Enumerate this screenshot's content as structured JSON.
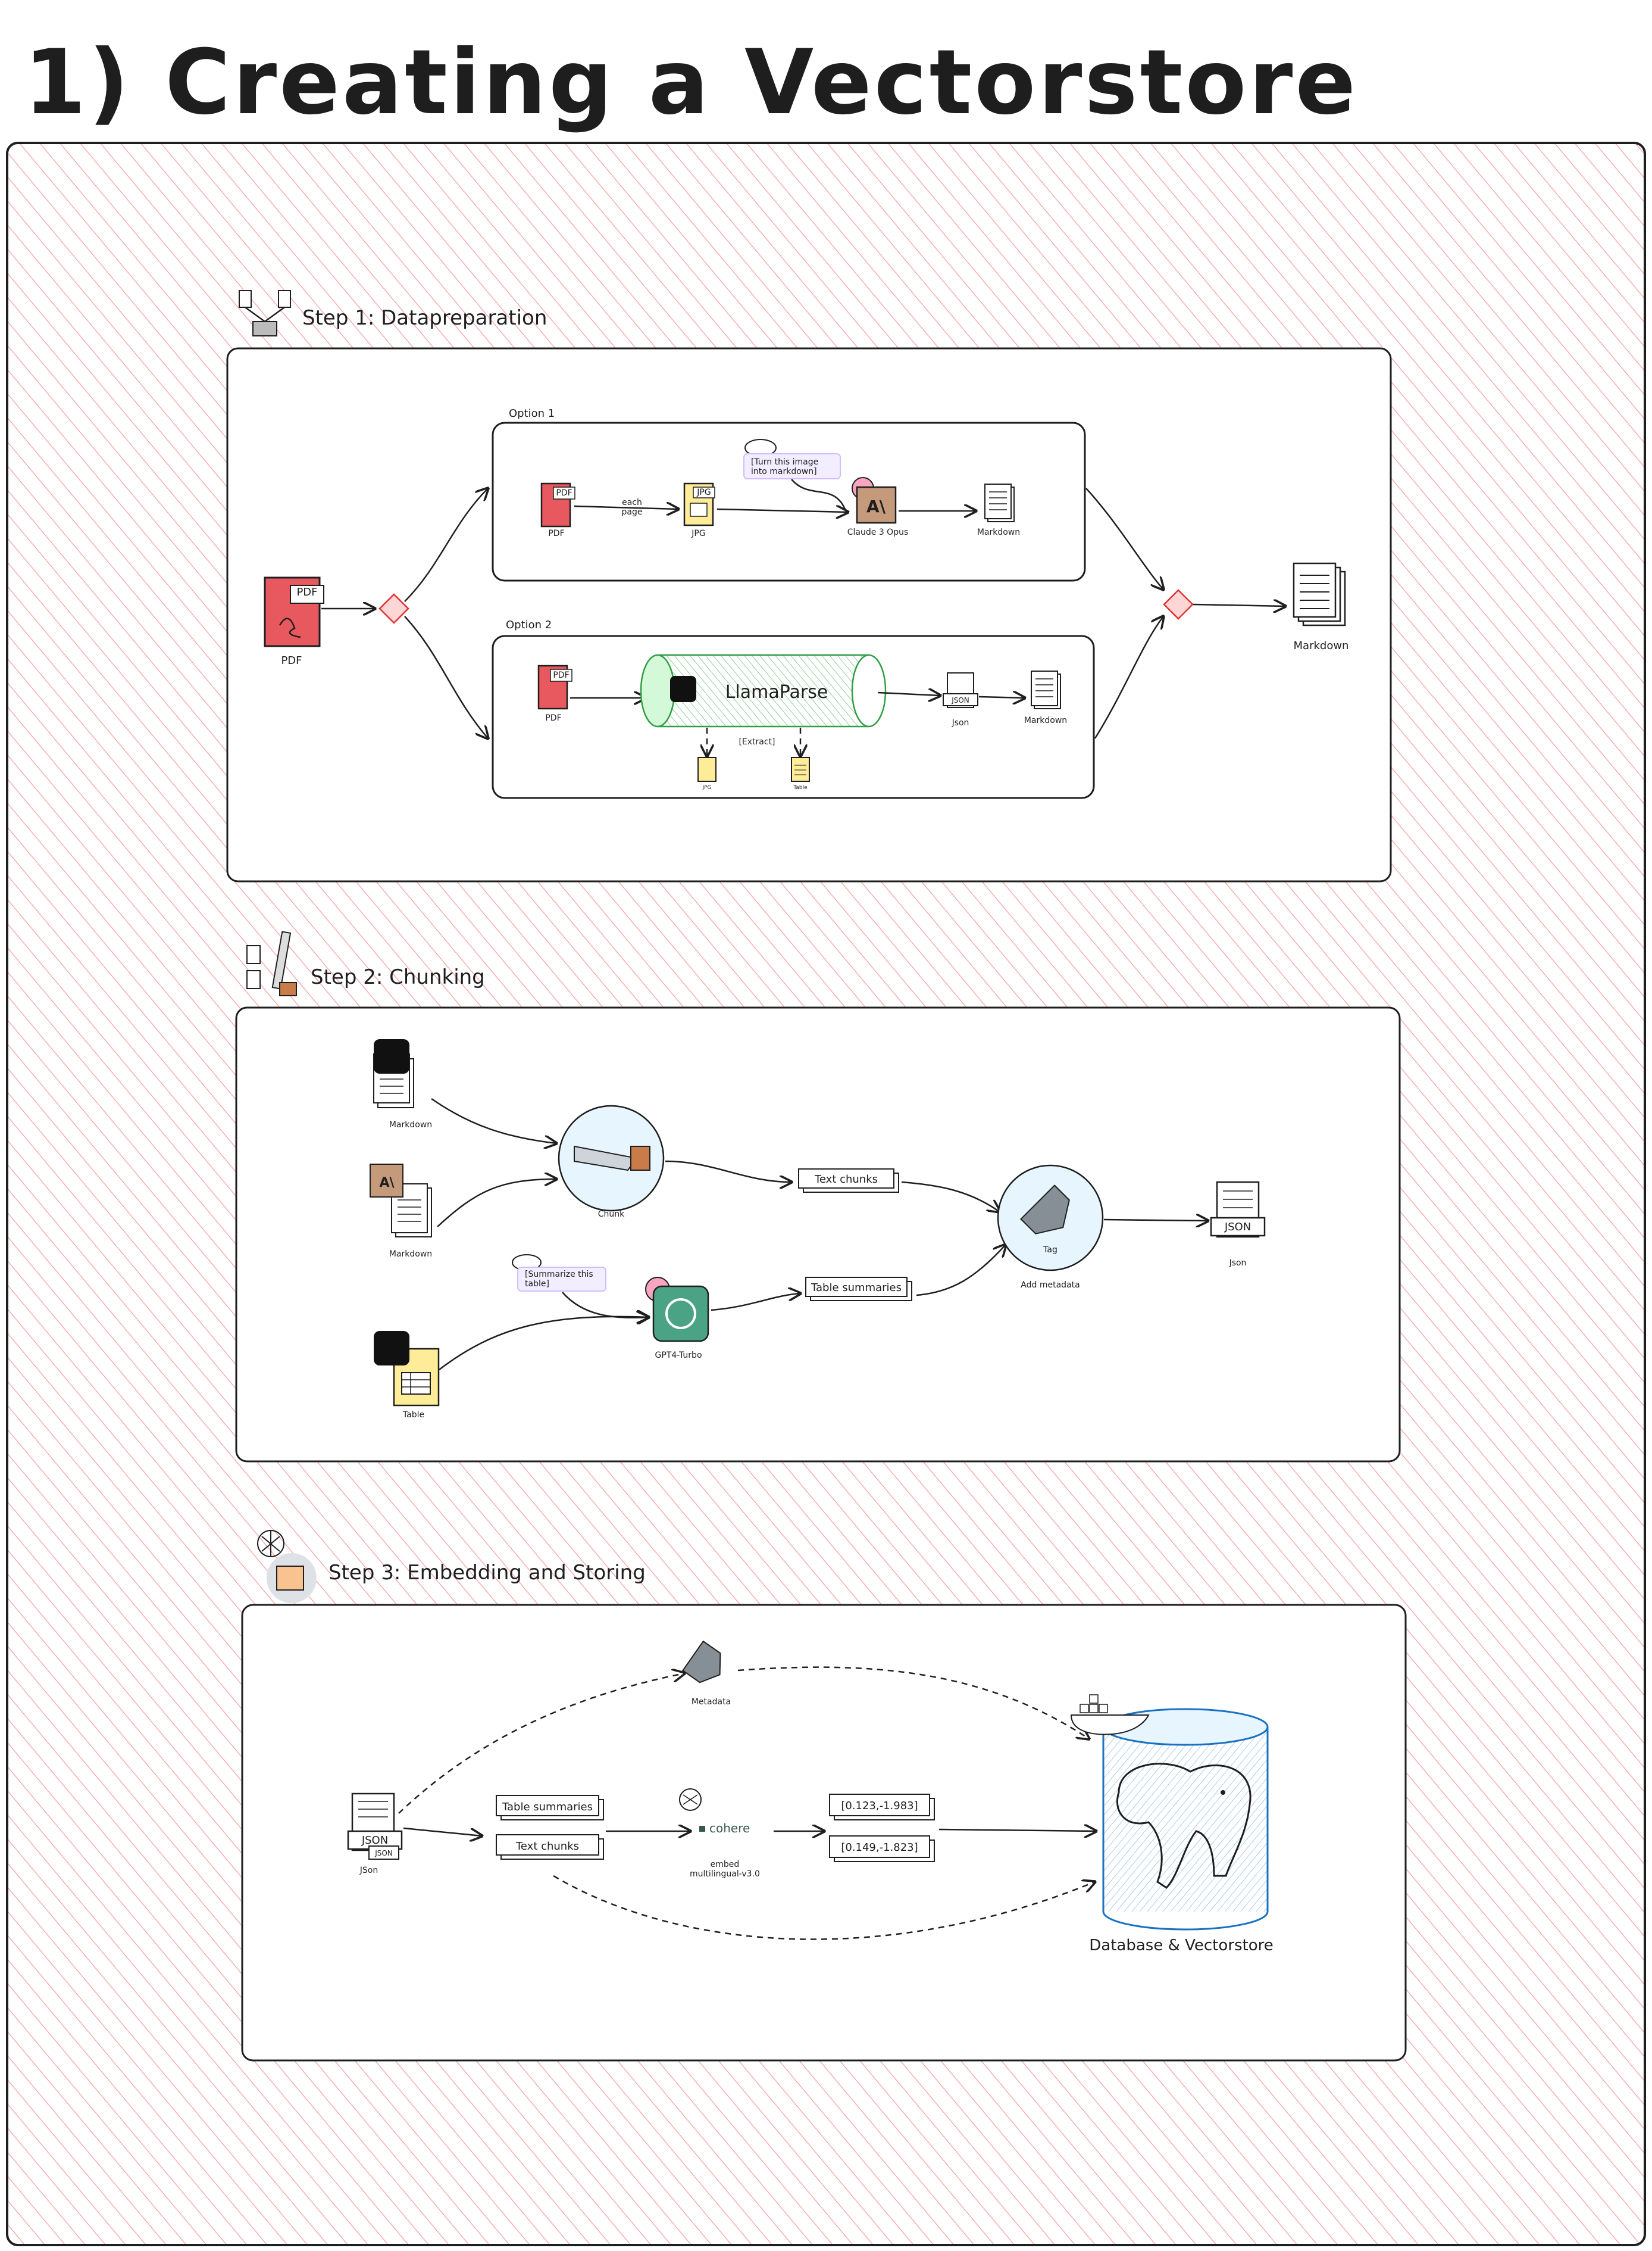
{
  "title": "1) Creating a Vectorstore",
  "step1": {
    "heading": "Step 1: Datapreparation",
    "pdf_main_label": "PDF",
    "pdf_badge": "PDF",
    "option1": {
      "label": "Option 1",
      "pdf_label": "PDF",
      "pdf_badge": "PDF",
      "each_page": "each\npage",
      "jpg_label": "JPG",
      "jpg_badge": "JPG",
      "prompt": "[Turn this image\ninto markdown]",
      "claude_logo": "A\\",
      "claude_label": "Claude 3 Opus",
      "markdown_label": "Markdown"
    },
    "option2": {
      "label": "Option 2",
      "pdf_label": "PDF",
      "pdf_badge": "PDF",
      "llamaparse": "LlamaParse",
      "extract": "[Extract]",
      "jpg_label": "JPG",
      "table_label": "Table",
      "json_badge": "JSON",
      "json_label": "Json",
      "markdown_label": "Markdown"
    },
    "output_label": "Markdown"
  },
  "step2": {
    "heading": "Step 2: Chunking",
    "markdown1_label": "Markdown",
    "markdown2_label": "Markdown",
    "claude_logo": "A\\",
    "table_label": "Table",
    "chunk_label": "Chunk",
    "prompt": "[Summarize this\ntable]",
    "gpt_label": "GPT4-Turbo",
    "text_chunks": "Text chunks",
    "table_summaries": "Table summaries",
    "tag_label": "Tag",
    "add_metadata": "Add metadata",
    "json_badge": "JSON",
    "json_label": "Json"
  },
  "step3": {
    "heading": "Step 3: Embedding and Storing",
    "json_badge": "JSON",
    "json_badge2": "JSON",
    "json_label": "JSon",
    "metadata_label": "Metadata",
    "table_summaries": "Table summaries",
    "text_chunks": "Text chunks",
    "cohere_label": "cohere",
    "embed_label": "embed\nmultilingual-v3.0",
    "vector1": "[0.123,-1.983]",
    "vector2": "[0.149,-1.823]",
    "db_label": "Database & Vectorstore"
  },
  "colors": {
    "hatch": "#f08c8c",
    "pdf_red": "#e8595f",
    "llama_green": "#b2f2bb",
    "claude_brown": "#c49a7a",
    "gpt_green": "#4aa384",
    "db_blue": "#1971c2",
    "sticky_yellow": "#ffec99",
    "prompt_purple": "#d0bfff"
  }
}
